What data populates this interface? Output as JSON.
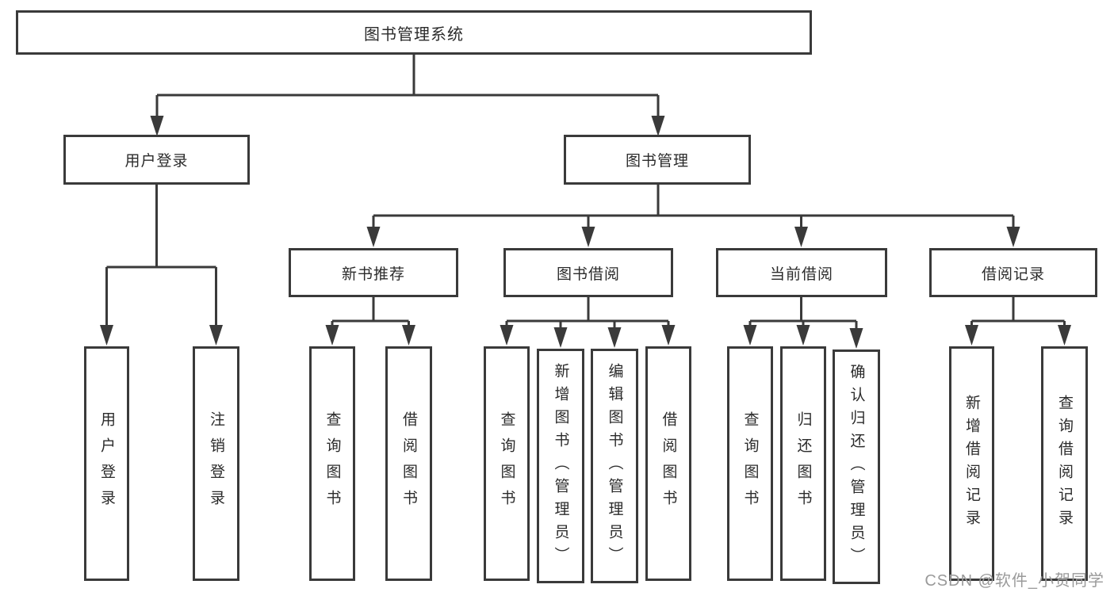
{
  "diagram": {
    "title": "图书管理系统",
    "level2": [
      {
        "label": "用户登录",
        "children": [
          "用户登录",
          "注销登录"
        ]
      },
      {
        "label": "图书管理"
      }
    ],
    "level3": [
      {
        "label": "新书推荐",
        "children": [
          "查询图书",
          "借阅图书"
        ]
      },
      {
        "label": "图书借阅",
        "children": [
          "查询图书",
          "新增图书（管理员）",
          "编辑图书（管理员）",
          "借阅图书"
        ]
      },
      {
        "label": "当前借阅",
        "children": [
          "查询图书",
          "归还图书",
          "确认归还（管理员）"
        ]
      },
      {
        "label": "借阅记录",
        "children": [
          "新增借阅记录",
          "查询借阅记录"
        ]
      }
    ]
  },
  "watermark": "CSDN @软件_小贺同学",
  "colors": {
    "line": "#3a3a3a",
    "text": "#2b2b2b",
    "watermark": "#9a9a9a",
    "background": "#ffffff"
  }
}
